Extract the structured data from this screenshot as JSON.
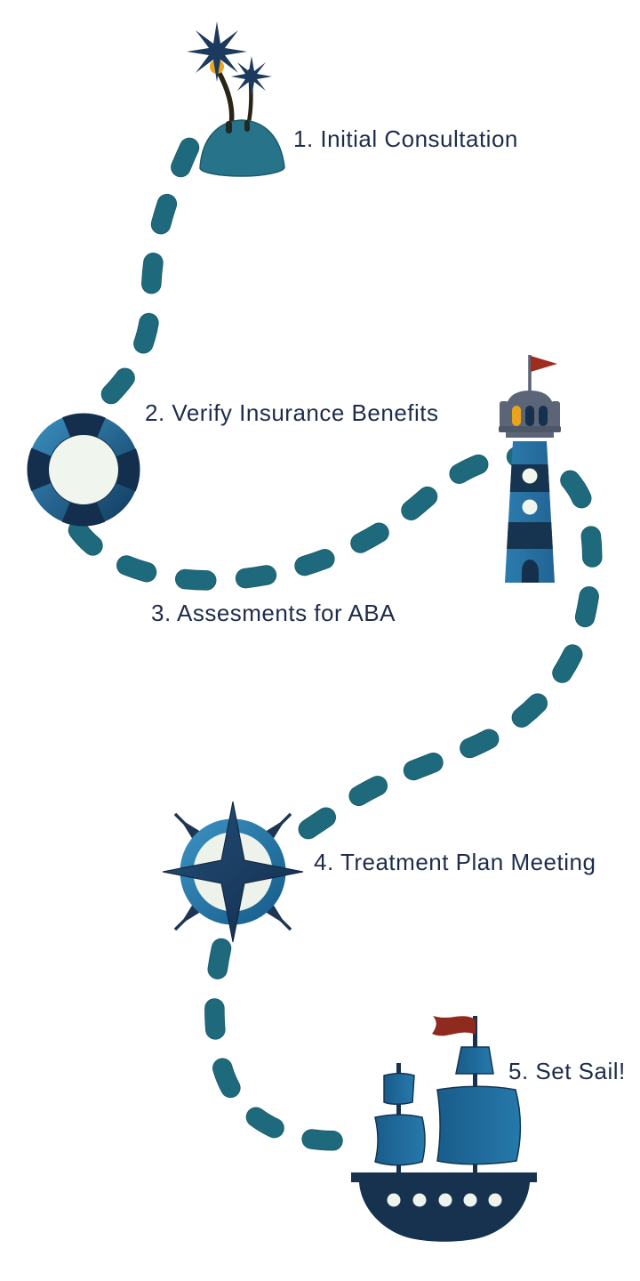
{
  "steps": [
    {
      "label": "1. Initial Consultation",
      "icon": "island-palm-trees-icon"
    },
    {
      "label": "2. Verify Insurance Benefits",
      "icon": "lifebuoy-icon"
    },
    {
      "label": "3. Assesments for ABA",
      "icon": "lighthouse-icon"
    },
    {
      "label": "4. Treatment Plan Meeting",
      "icon": "compass-rose-icon"
    },
    {
      "label": "5. Set Sail!",
      "icon": "sailing-ship-icon"
    }
  ],
  "route": {
    "style": "dashed-capsules",
    "color": "#1e6a7c",
    "segments": 3
  },
  "palette": {
    "teal": "#1e6a7c",
    "teal_dark_edge": "#175764",
    "navy": "#16324f",
    "steel_blue": "#2479ab",
    "cream": "#eff4ec",
    "amber": "#e9a41e",
    "flag_red": "#9e2c1f",
    "dome_gray": "#5b6577",
    "text_navy": "#1d2c4a",
    "background": "#ffffff"
  }
}
